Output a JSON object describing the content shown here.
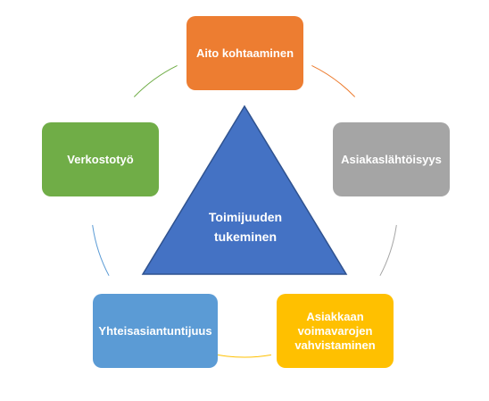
{
  "center": {
    "label_line1": "Toimijuuden",
    "label_line2": "tukeminen",
    "color": "#4472C4"
  },
  "nodes": [
    {
      "label": "Aito kohtaaminen",
      "color": "#ED7D31"
    },
    {
      "label": "Asiakaslähtöisyys",
      "color": "#A5A5A5"
    },
    {
      "label": "Asiakkaan voimavarojen vahvistaminen",
      "color": "#FFC000"
    },
    {
      "label": "Yhteisasiantuntijuus",
      "color": "#5B9BD5"
    },
    {
      "label": "Verkostotyö",
      "color": "#70AD47"
    }
  ],
  "ring_colors": [
    "#ED7D31",
    "#A5A5A5",
    "#FFC000",
    "#5B9BD5",
    "#70AD47"
  ]
}
